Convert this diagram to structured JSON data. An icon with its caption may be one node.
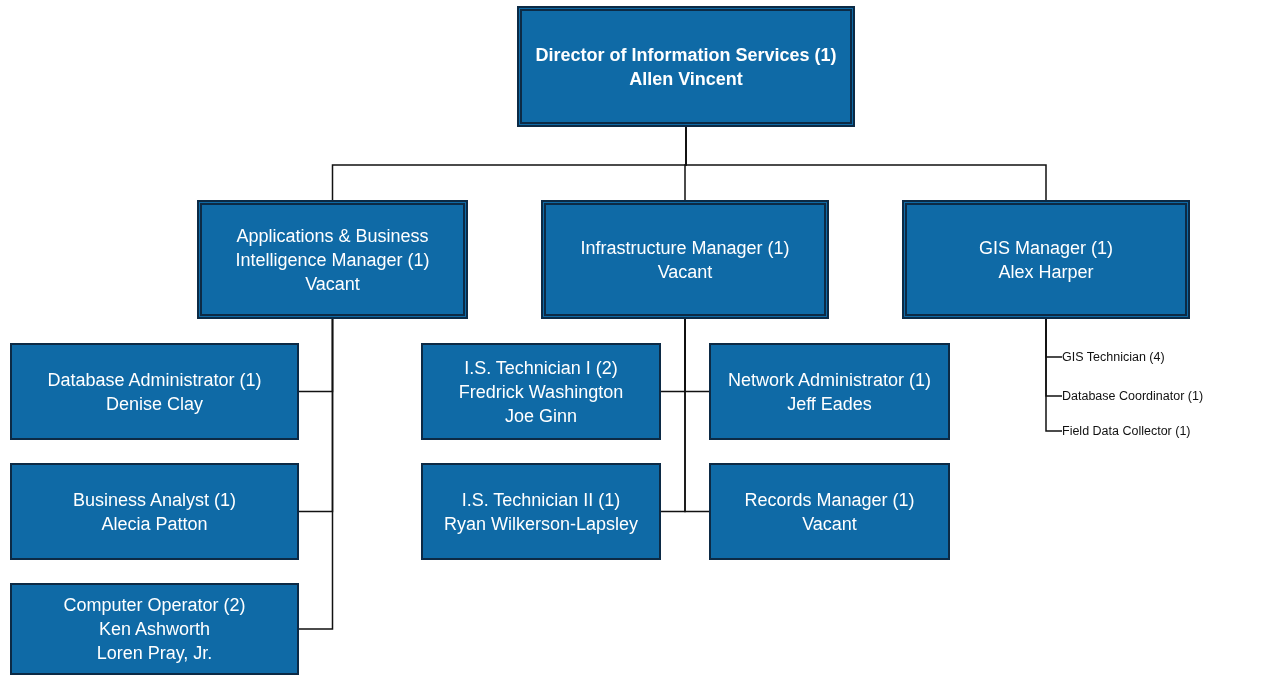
{
  "diagram": {
    "nodes": [
      {
        "text": [
          "Director of Information Services (1)",
          "Allen Vincent"
        ]
      },
      {
        "text": [
          "Applications & Business Intelligence Manager (1)",
          "Vacant"
        ]
      },
      {
        "text": [
          "Infrastructure Manager (1)",
          "Vacant"
        ]
      },
      {
        "text": [
          "GIS Manager (1)",
          "Alex Harper"
        ]
      },
      {
        "text": [
          "Database Administrator (1)",
          "Denise Clay"
        ]
      },
      {
        "text": [
          "Business Analyst (1)",
          "Alecia Patton"
        ]
      },
      {
        "text": [
          "Computer Operator (2)",
          "Ken Ashworth",
          "Loren Pray, Jr."
        ]
      },
      {
        "text": [
          "I.S. Technician I (2)",
          "Fredrick Washington",
          "Joe Ginn"
        ]
      },
      {
        "text": [
          "Network Administrator (1)",
          "Jeff Eades"
        ]
      },
      {
        "text": [
          "I.S. Technician II (1)",
          "Ryan Wilkerson-Lapsley"
        ]
      },
      {
        "text": [
          "Records Manager (1)",
          "Vacant"
        ]
      },
      {
        "text": [
          "GIS Technician (4)"
        ]
      },
      {
        "text": [
          "Database Coordinator (1)"
        ]
      },
      {
        "text": [
          "Field Data Collector (1)"
        ]
      }
    ],
    "edges": [
      {
        "from": 0,
        "to": 1,
        "arrow": "none"
      },
      {
        "from": 0,
        "to": 2,
        "arrow": "none"
      },
      {
        "from": 0,
        "to": 3,
        "arrow": "none"
      },
      {
        "from": 1,
        "to": 4,
        "arrow": "none"
      },
      {
        "from": 1,
        "to": 5,
        "arrow": "none"
      },
      {
        "from": 1,
        "to": 6,
        "arrow": "none"
      },
      {
        "from": 2,
        "to": 7,
        "arrow": "none"
      },
      {
        "from": 2,
        "to": 8,
        "arrow": "none"
      },
      {
        "from": 2,
        "to": 9,
        "arrow": "none"
      },
      {
        "from": 2,
        "to": 10,
        "arrow": "none"
      },
      {
        "from": 3,
        "to": 11,
        "arrow": "none"
      },
      {
        "from": 3,
        "to": 12,
        "arrow": "none"
      },
      {
        "from": 3,
        "to": 13,
        "arrow": "none"
      }
    ]
  }
}
